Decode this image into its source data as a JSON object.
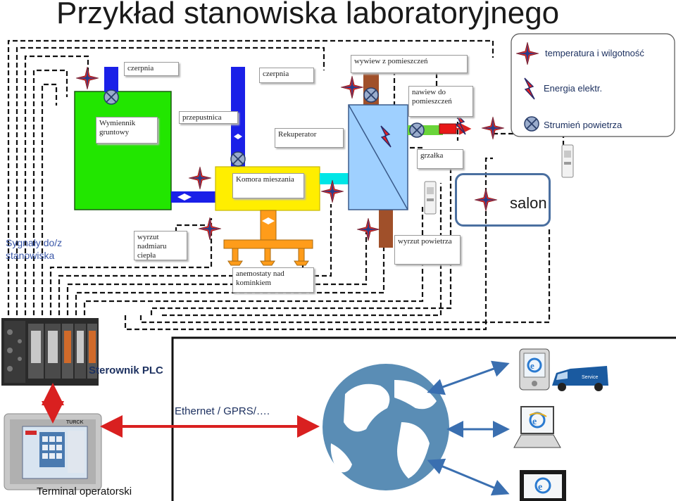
{
  "title": "Przykład stanowiska laboratoryjnego",
  "legend": {
    "items": [
      {
        "icon": "sensor-star-icon",
        "label": "temperatura i wilgotność"
      },
      {
        "icon": "lightning-icon",
        "label": "Energia elektr."
      },
      {
        "icon": "airflow-icon",
        "label": "Strumień powietrza"
      }
    ]
  },
  "components": {
    "czerpnia_1": "czerpnia",
    "czerpnia_2": "czerpnia",
    "wywiew": "wywiew z pomieszczeń",
    "nawiew": "nawiew do pomieszczeń",
    "wymiennik": "Wymiennik gruntowy",
    "przepustnica": "przepustnica",
    "rekuperator": "Rekuperator",
    "grzalka": "grzałka",
    "komora": "Komora mieszania",
    "wyrzut_ciepla": "wyrzut nadmiaru ciepła",
    "wyrzut_powietrza": "wyrzut powietrza",
    "anemostaty": "anemostaty nad kominkiem"
  },
  "room": {
    "label": "salon"
  },
  "signals_label": "Sygnały do/z stanowiska",
  "plc_label": "Sterownik PLC",
  "network_label": "Ethernet / GPRS/….",
  "terminal_label": "Terminal operatorski",
  "devices": {
    "service_van_text": "Service",
    "hmi_brand": "TURCK"
  },
  "colors": {
    "ground_exchanger": "#22e600",
    "duct_blue": "#1a20e8",
    "mixing_chamber": "#ffee00",
    "recuperator": "#9fd0ff",
    "exhaust_duct": "#a0502a",
    "manifold": "#ff9c1a",
    "heater": "#e81818",
    "cyan_duct": "#00e6e6",
    "arrow_red": "#d92020",
    "globe_blue": "#5a8db5"
  }
}
